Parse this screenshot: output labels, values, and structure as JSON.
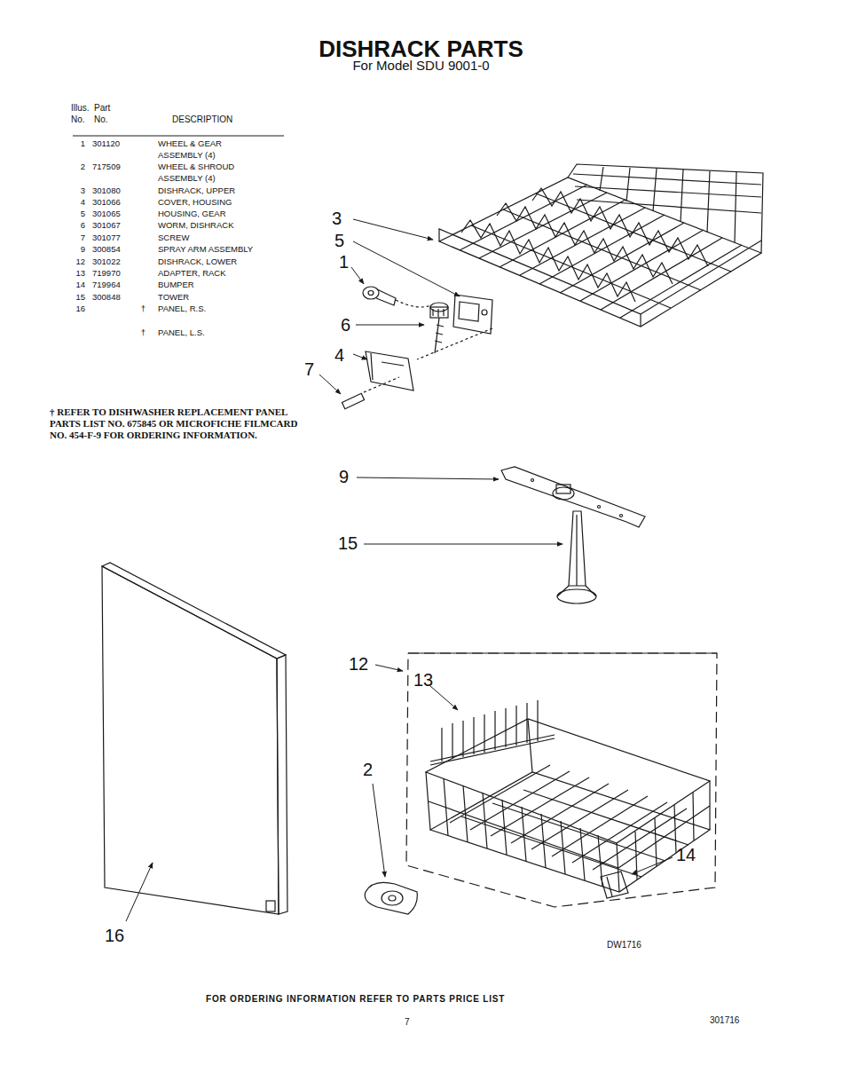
{
  "diagram": {
    "title": "DISHRACK PARTS",
    "labels": [
      "For Model SDU 9001-0",
      "Illus. No.",
      "Part No.",
      "DESCRIPTION",
      "1",
      "301120",
      "WHEEL & GEAR ASSEMBLY (4)",
      "2",
      "717509",
      "WHEEL & SHROUD ASSEMBLY (4)",
      "3",
      "301080",
      "DISHRACK, UPPER",
      "4",
      "301066",
      "COVER, HOUSING",
      "5",
      "301065",
      "HOUSING, GEAR",
      "6",
      "301067",
      "WORM, DISHRACK",
      "7",
      "301077",
      "SCREW",
      "9",
      "300854",
      "SPRAY ARM ASSEMBLY",
      "12",
      "301022",
      "DISHRACK, LOWER",
      "13",
      "719970",
      "ADAPTER, RACK",
      "14",
      "719964",
      "BUMPER",
      "15",
      "300848",
      "TOWER",
      "16",
      "†",
      "PANEL, R.S.",
      "†",
      "PANEL, L.S.",
      "† REFER TO DISHWASHER REPLACEMENT PANEL PARTS LIST NO. 675845 OR MICROFICHE FILMCARD NO. 454-F-9 FOR ORDERING INFORMATION.",
      "3",
      "5",
      "1",
      "6",
      "4",
      "7",
      "9",
      "15",
      "12",
      "13",
      "2",
      "14",
      "16",
      "DW1716",
      "FOR ORDERING INFORMATION REFER TO PARTS PRICE LIST",
      "7",
      "301716"
    ]
  }
}
